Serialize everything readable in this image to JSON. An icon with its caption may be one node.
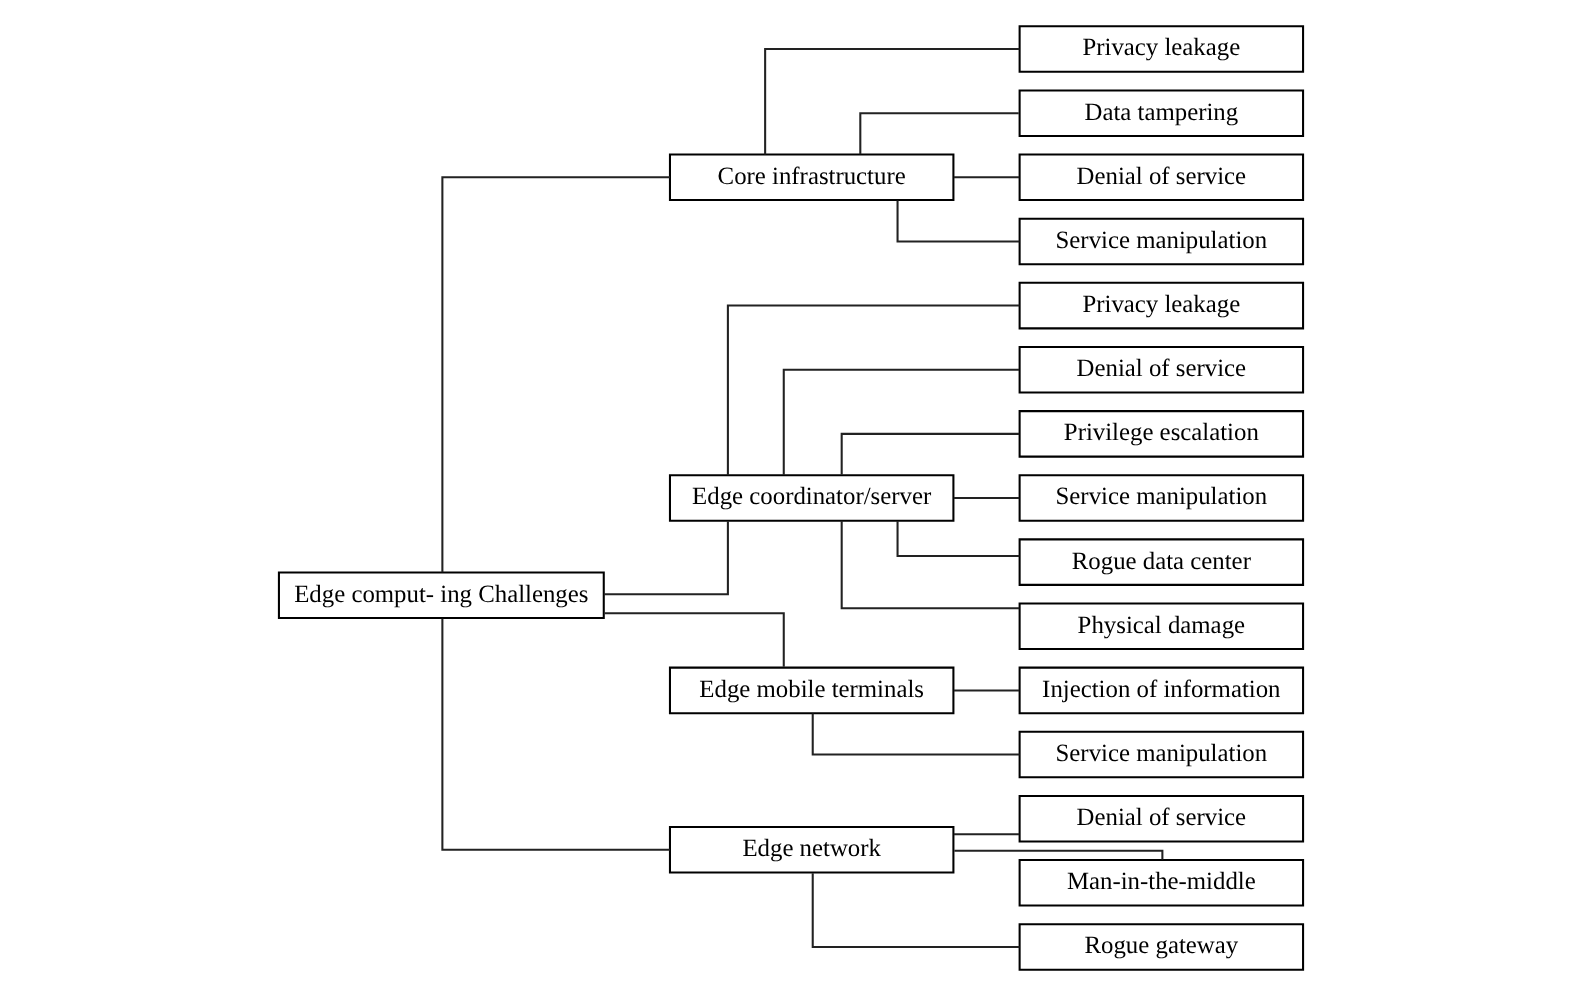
{
  "diagram": {
    "nodes": [
      {
        "text": [
          "Edge comput- ing Challenges"
        ]
      },
      {
        "text": [
          "Core infrastructure"
        ]
      },
      {
        "text": [
          "Privacy leakage"
        ]
      },
      {
        "text": [
          "Data tampering"
        ]
      },
      {
        "text": [
          "Denial of service"
        ]
      },
      {
        "text": [
          "Service manipulation"
        ]
      },
      {
        "text": [
          "Edge coordinator/server"
        ]
      },
      {
        "text": [
          "Privacy leakage"
        ]
      },
      {
        "text": [
          "Denial of service"
        ]
      },
      {
        "text": [
          "Privilege escalation"
        ]
      },
      {
        "text": [
          "Service manipulation"
        ]
      },
      {
        "text": [
          "Rogue data center"
        ]
      },
      {
        "text": [
          "Physical damage"
        ]
      },
      {
        "text": [
          "Edge mobile terminals"
        ]
      },
      {
        "text": [
          "Injection of information"
        ]
      },
      {
        "text": [
          "Service manipulation"
        ]
      },
      {
        "text": [
          "Edge network"
        ]
      },
      {
        "text": [
          "Denial of service"
        ]
      },
      {
        "text": [
          "Man-in-the-middle"
        ]
      },
      {
        "text": [
          "Rogue gateway"
        ]
      }
    ],
    "edges": [
      {
        "from": 0,
        "to": 1,
        "arrow": "none"
      },
      {
        "from": 0,
        "to": 6,
        "arrow": "none"
      },
      {
        "from": 0,
        "to": 13,
        "arrow": "none"
      },
      {
        "from": 0,
        "to": 16,
        "arrow": "none"
      },
      {
        "from": 1,
        "to": 2,
        "arrow": "none"
      },
      {
        "from": 1,
        "to": 3,
        "arrow": "none"
      },
      {
        "from": 1,
        "to": 4,
        "arrow": "none"
      },
      {
        "from": 1,
        "to": 5,
        "arrow": "none"
      },
      {
        "from": 6,
        "to": 7,
        "arrow": "none"
      },
      {
        "from": 6,
        "to": 8,
        "arrow": "none"
      },
      {
        "from": 6,
        "to": 9,
        "arrow": "none"
      },
      {
        "from": 6,
        "to": 10,
        "arrow": "none"
      },
      {
        "from": 6,
        "to": 11,
        "arrow": "none"
      },
      {
        "from": 6,
        "to": 12,
        "arrow": "none"
      },
      {
        "from": 13,
        "to": 14,
        "arrow": "none"
      },
      {
        "from": 13,
        "to": 15,
        "arrow": "none"
      },
      {
        "from": 16,
        "to": 17,
        "arrow": "none"
      },
      {
        "from": 16,
        "to": 18,
        "arrow": "none"
      },
      {
        "from": 16,
        "to": 19,
        "arrow": "none"
      }
    ]
  }
}
